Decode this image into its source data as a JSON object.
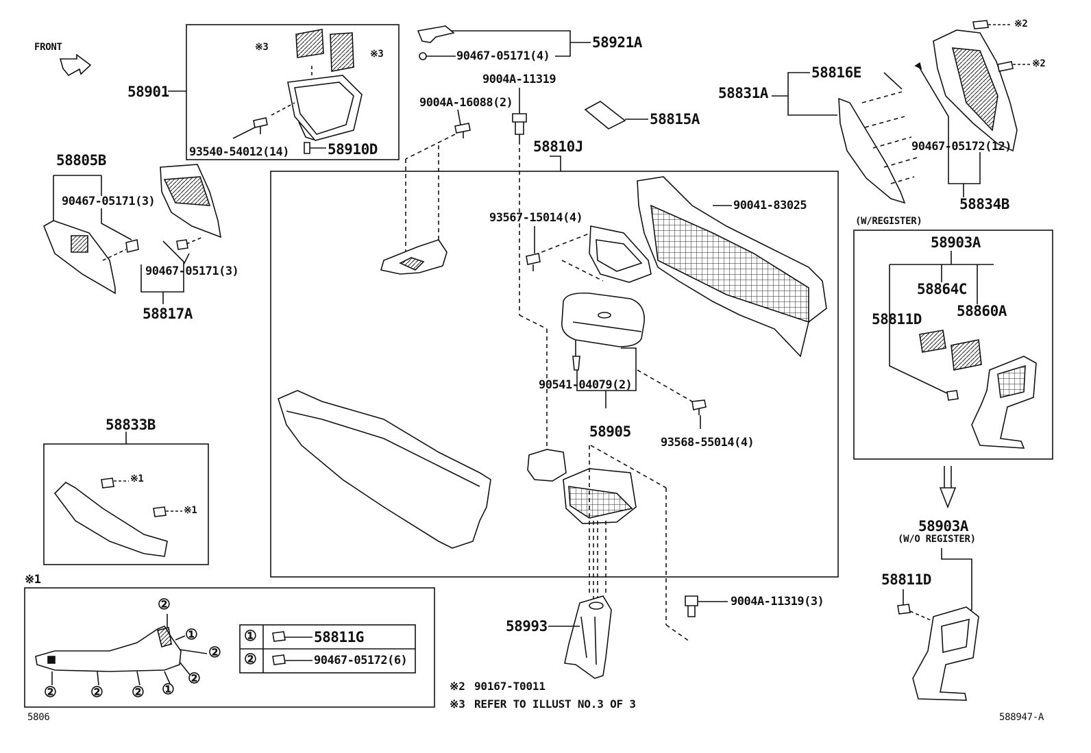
{
  "diagram": {
    "drawing_id": "588947-A",
    "page_ref": "5806",
    "front_label": "FRONT",
    "section_labels": {
      "w_register": "(W/REGISTER)",
      "wo_register": "(W/O REGISTER)"
    },
    "callouts": {
      "c1": "※1",
      "c2": "※2",
      "c3": "※3"
    },
    "part_labels": [
      "58901",
      "93540-54012(14)",
      "58910D",
      "58921A",
      "90467-05171(4)",
      "9004A-11319",
      "9004A-16088(2)",
      "58815A",
      "58810J",
      "93567-15014(4)",
      "90041-83025",
      "90541-04079(2)",
      "58905",
      "93568-55014(4)",
      "9004A-11319(3)",
      "58993",
      "58805B",
      "90467-05171(3)",
      "90467-05171(3)",
      "58817A",
      "58833B",
      "58831A",
      "58816E",
      "90467-05172(12)",
      "58834B",
      "58903A",
      "58864C",
      "58811D",
      "58860A",
      "58903A",
      "58811D"
    ],
    "legend": [
      {
        "num": "①",
        "part": "58811G"
      },
      {
        "num": "②",
        "part": "90467-05172(6)"
      }
    ],
    "circled": {
      "one": "①",
      "two": "②"
    },
    "notes": [
      {
        "mark": "※2",
        "text": "90167-T0011"
      },
      {
        "mark": "※3",
        "text": "REFER TO ILLUST NO.3 OF 3"
      }
    ]
  }
}
